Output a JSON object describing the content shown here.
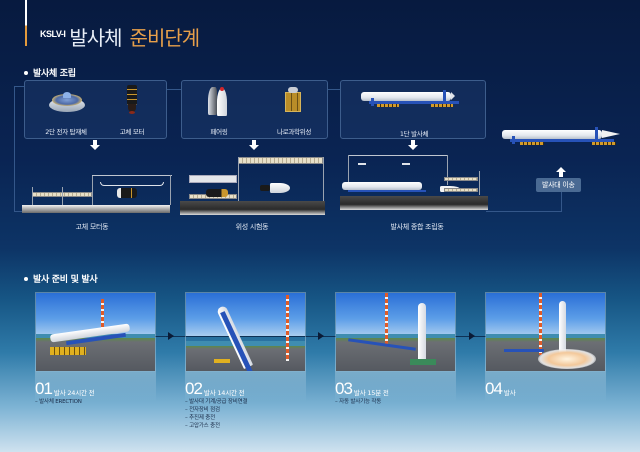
{
  "header": {
    "kslv": "KSLV-I",
    "title_main": "발사체",
    "title_accent": "준비단계",
    "accent_color": "#e8a04a"
  },
  "assembly": {
    "section_label": "발사체 조립",
    "groups": [
      {
        "items": [
          {
            "label": "2단 전자 탑재체",
            "icon": "upper-stage-icon"
          },
          {
            "label": "고체 모터",
            "icon": "solid-motor-icon"
          }
        ],
        "building": "고체 모터동"
      },
      {
        "items": [
          {
            "label": "페어링",
            "icon": "fairing-icon"
          },
          {
            "label": "나로과학위성",
            "icon": "satellite-icon"
          }
        ],
        "building": "위성 시험동"
      },
      {
        "items": [
          {
            "label": "1단 발사체",
            "icon": "first-stage-rocket-icon"
          }
        ],
        "building": "발사체 종합 조립동"
      }
    ],
    "transfer_label": "발사대 이송"
  },
  "launch": {
    "section_label": "발사 준비 및 발사",
    "steps": [
      {
        "num": "01",
        "time": "발사 24시간 전",
        "notes": [
          "– 발사체 ERECTION"
        ]
      },
      {
        "num": "02",
        "time": "발사 14시간 전",
        "notes": [
          "– 발사대 기계/공급 장비연결",
          "– 전자장비 점검",
          "– 추진제 충전",
          "– 고압가스 충전"
        ]
      },
      {
        "num": "03",
        "time": "발사 15분 전",
        "notes": [
          "– 자동 발사기능 작동"
        ]
      },
      {
        "num": "04",
        "time": "발사",
        "notes": []
      }
    ]
  }
}
